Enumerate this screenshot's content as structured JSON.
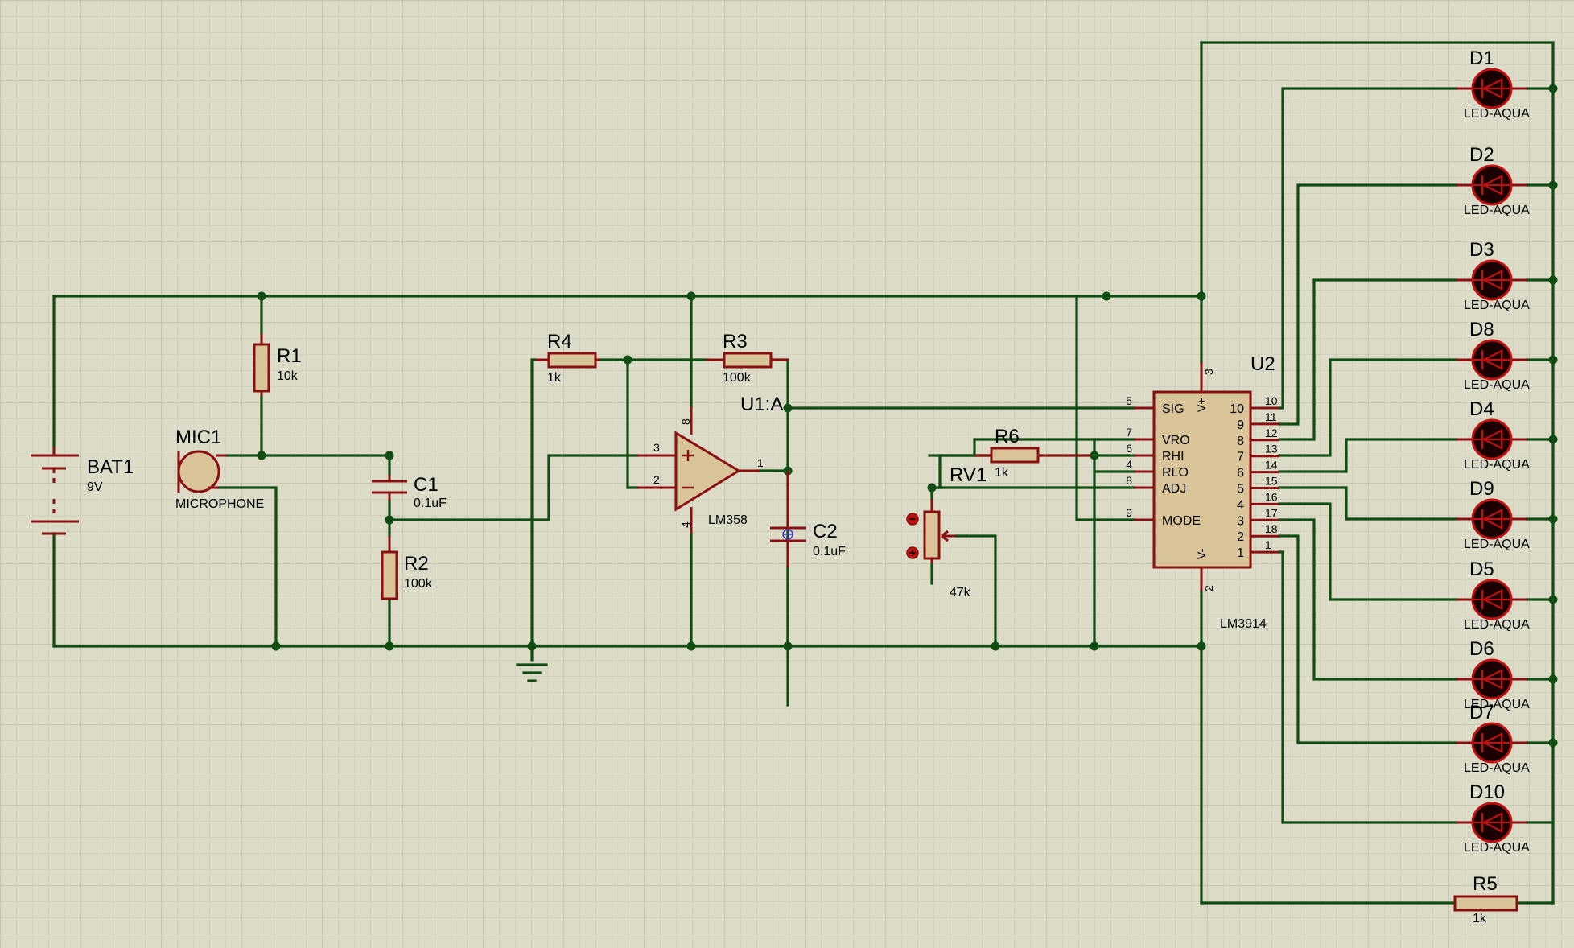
{
  "components": {
    "bat1": {
      "ref": "BAT1",
      "value": "9V"
    },
    "mic1": {
      "ref": "MIC1",
      "value": "MICROPHONE"
    },
    "r1": {
      "ref": "R1",
      "value": "10k"
    },
    "r2": {
      "ref": "R2",
      "value": "100k"
    },
    "r3": {
      "ref": "R3",
      "value": "100k"
    },
    "r4": {
      "ref": "R4",
      "value": "1k"
    },
    "r5": {
      "ref": "R5",
      "value": "1k"
    },
    "r6": {
      "ref": "R6",
      "value": "1k"
    },
    "c1": {
      "ref": "C1",
      "value": "0.1uF"
    },
    "c2": {
      "ref": "C2",
      "value": "0.1uF"
    },
    "rv1": {
      "ref": "RV1",
      "value": "47k"
    },
    "u1": {
      "ref": "U1:A",
      "value": "LM358",
      "pins": {
        "p1": "1",
        "p2": "2",
        "p3": "3",
        "p4": "4",
        "p8": "8"
      }
    },
    "u2": {
      "ref": "U2",
      "value": "LM3914",
      "pins": {
        "vplus": "3",
        "vminus": "2"
      },
      "supply_labels": {
        "vplus": "V+",
        "vminus": "V-"
      },
      "left_pins": [
        {
          "num": "5",
          "name": "SIG"
        },
        {
          "num": "7",
          "name": "VRO"
        },
        {
          "num": "6",
          "name": "RHI"
        },
        {
          "num": "4",
          "name": "RLO"
        },
        {
          "num": "8",
          "name": "ADJ"
        },
        {
          "num": "9",
          "name": "MODE"
        }
      ],
      "right_pins": [
        {
          "name": "10",
          "num": "10"
        },
        {
          "name": "9",
          "num": "11"
        },
        {
          "name": "8",
          "num": "12"
        },
        {
          "name": "7",
          "num": "13"
        },
        {
          "name": "6",
          "num": "14"
        },
        {
          "name": "5",
          "num": "15"
        },
        {
          "name": "4",
          "num": "16"
        },
        {
          "name": "3",
          "num": "17"
        },
        {
          "name": "2",
          "num": "18"
        },
        {
          "name": "1",
          "num": "1"
        }
      ]
    },
    "leds": [
      {
        "ref": "D1",
        "value": "LED-AQUA"
      },
      {
        "ref": "D2",
        "value": "LED-AQUA"
      },
      {
        "ref": "D3",
        "value": "LED-AQUA"
      },
      {
        "ref": "D8",
        "value": "LED-AQUA"
      },
      {
        "ref": "D4",
        "value": "LED-AQUA"
      },
      {
        "ref": "D9",
        "value": "LED-AQUA"
      },
      {
        "ref": "D5",
        "value": "LED-AQUA"
      },
      {
        "ref": "D6",
        "value": "LED-AQUA"
      },
      {
        "ref": "D7",
        "value": "LED-AQUA"
      },
      {
        "ref": "D10",
        "value": "LED-AQUA"
      }
    ]
  },
  "colors": {
    "background": "#dcdbc8",
    "grid": "#c3c2ad",
    "wire": "#0f4d12",
    "component_outline": "#8a0f0f",
    "component_fill": "#d9c49a",
    "led_fill": "#1a0000",
    "led_outline": "#c01010"
  }
}
